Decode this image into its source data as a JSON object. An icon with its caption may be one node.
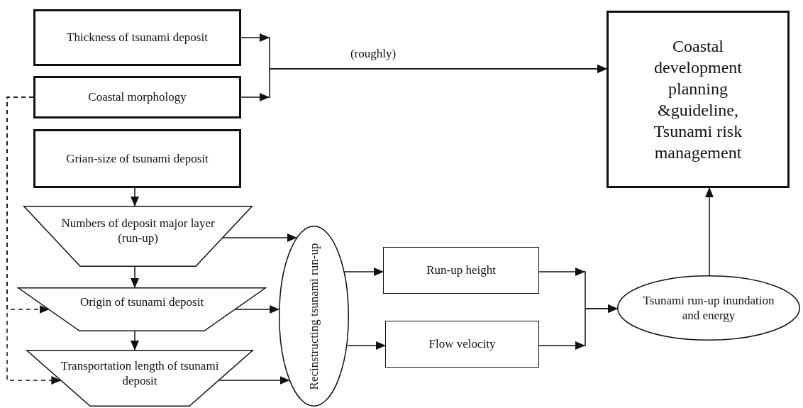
{
  "diagram": {
    "nodes": [
      {
        "text": [
          "Thickness of tsunami deposit"
        ]
      },
      {
        "text": [
          "Coastal morphology"
        ]
      },
      {
        "text": [
          "Grian-size of tsunami deposit"
        ]
      },
      {
        "text": [
          "Numbers of deposit major layer (run-up)"
        ]
      },
      {
        "text": [
          "Origin of tsunami deposit"
        ]
      },
      {
        "text": [
          "Transportation length of tsunami deposit"
        ]
      },
      {
        "text": [
          "Recinstructing tsunami run-up"
        ]
      },
      {
        "text": [
          "Run-up height"
        ]
      },
      {
        "text": [
          "Flow velocity"
        ]
      },
      {
        "text": [
          "Tsunami run-up inundation and energy"
        ]
      },
      {
        "text": [
          "Coastal development planning &guideline, Tsunami risk management"
        ]
      }
    ],
    "edges": [
      {
        "from": 0,
        "to": 10,
        "arrow": "to",
        "label": "(roughly)"
      },
      {
        "from": 1,
        "to": 10,
        "arrow": "to"
      },
      {
        "from": 1,
        "to": 4,
        "arrow": "to",
        "style": "dashed"
      },
      {
        "from": 1,
        "to": 5,
        "arrow": "to",
        "style": "dashed"
      },
      {
        "from": 2,
        "to": 3,
        "arrow": "to"
      },
      {
        "from": 3,
        "to": 4,
        "arrow": "to"
      },
      {
        "from": 4,
        "to": 5,
        "arrow": "to"
      },
      {
        "from": 3,
        "to": 6,
        "arrow": "to"
      },
      {
        "from": 4,
        "to": 6,
        "arrow": "to"
      },
      {
        "from": 5,
        "to": 6,
        "arrow": "to"
      },
      {
        "from": 6,
        "to": 7,
        "arrow": "to"
      },
      {
        "from": 6,
        "to": 8,
        "arrow": "to"
      },
      {
        "from": 7,
        "to": 9,
        "arrow": "to"
      },
      {
        "from": 8,
        "to": 9,
        "arrow": "to"
      },
      {
        "from": 9,
        "to": 10,
        "arrow": "to"
      }
    ]
  }
}
